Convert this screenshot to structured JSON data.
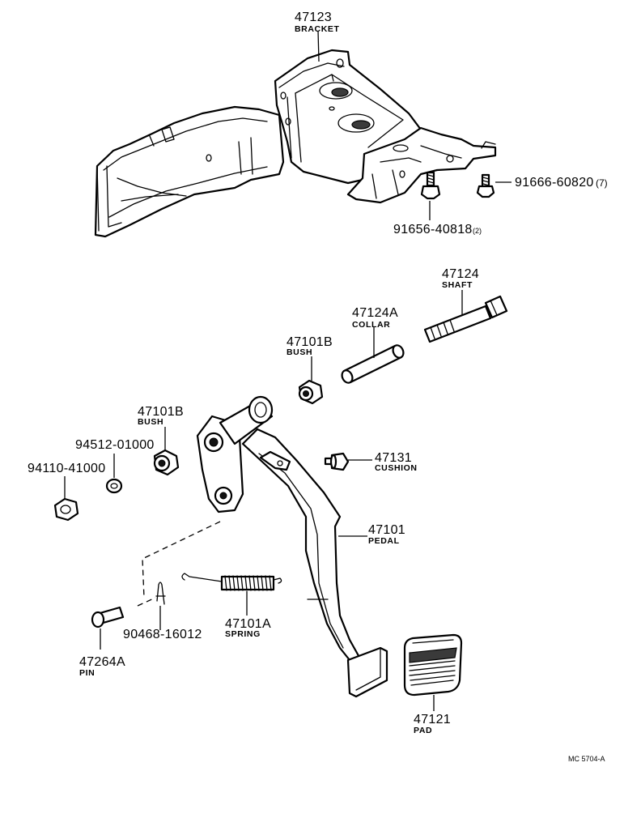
{
  "parts": {
    "bracket": {
      "number": "47123",
      "name": "BRACKET"
    },
    "bolt_a": {
      "number": "91666-60820",
      "qty": "(7)"
    },
    "bolt_b": {
      "number": "91656-40818",
      "qty": "(2)"
    },
    "shaft": {
      "number": "47124",
      "name": "SHAFT"
    },
    "collar": {
      "number": "47124A",
      "name": "COLLAR"
    },
    "bush_top": {
      "number": "47101B",
      "name": "BUSH"
    },
    "bush_left": {
      "number": "47101B",
      "name": "BUSH"
    },
    "washer": {
      "number": "94512-01000"
    },
    "nut": {
      "number": "94110-41000"
    },
    "cushion": {
      "number": "47131",
      "name": "CUSHION"
    },
    "pedal": {
      "number": "47101",
      "name": "PEDAL"
    },
    "spring": {
      "number": "47101A",
      "name": "SPRING"
    },
    "clip": {
      "number": "90468-16012"
    },
    "pin": {
      "number": "47264A",
      "name": "PIN"
    },
    "pad": {
      "number": "47121",
      "name": "PAD"
    }
  },
  "drawing_code": "MC 5704-A"
}
